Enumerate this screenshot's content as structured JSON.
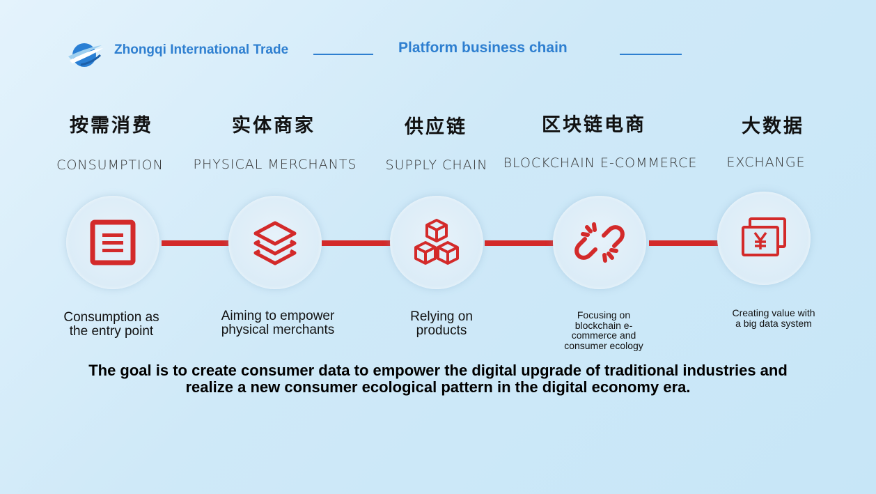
{
  "header": {
    "company": "Zhongqi International Trade",
    "subtitle": "Platform business chain"
  },
  "steps": [
    {
      "cn": "按需消费",
      "en": "CONSUMPTION",
      "icon": "list-document-icon",
      "desc": "Consumption as the entry point"
    },
    {
      "cn": "实体商家",
      "en": "PHYSICAL MERCHANTS",
      "icon": "layers-icon",
      "desc": "Aiming to empower physical merchants"
    },
    {
      "cn": "供应链",
      "en": "SUPPLY CHAIN",
      "icon": "cubes-icon",
      "desc": "Relying on products"
    },
    {
      "cn": "区块链电商",
      "en": "BLOCKCHAIN E-COMMERCE",
      "icon": "broken-link-icon",
      "desc": "Focusing on blockchain e-commerce and consumer ecology"
    },
    {
      "cn": "大数据",
      "en": "EXCHANGE",
      "icon": "yen-cards-icon",
      "desc": "Creating value with a big data system"
    }
  ],
  "goal": "The goal is to create consumer data to empower the digital upgrade of traditional industries and realize a new consumer ecological pattern in the digital economy era.",
  "colors": {
    "accent_blue": "#2e7fd0",
    "accent_red": "#d32a2a"
  }
}
